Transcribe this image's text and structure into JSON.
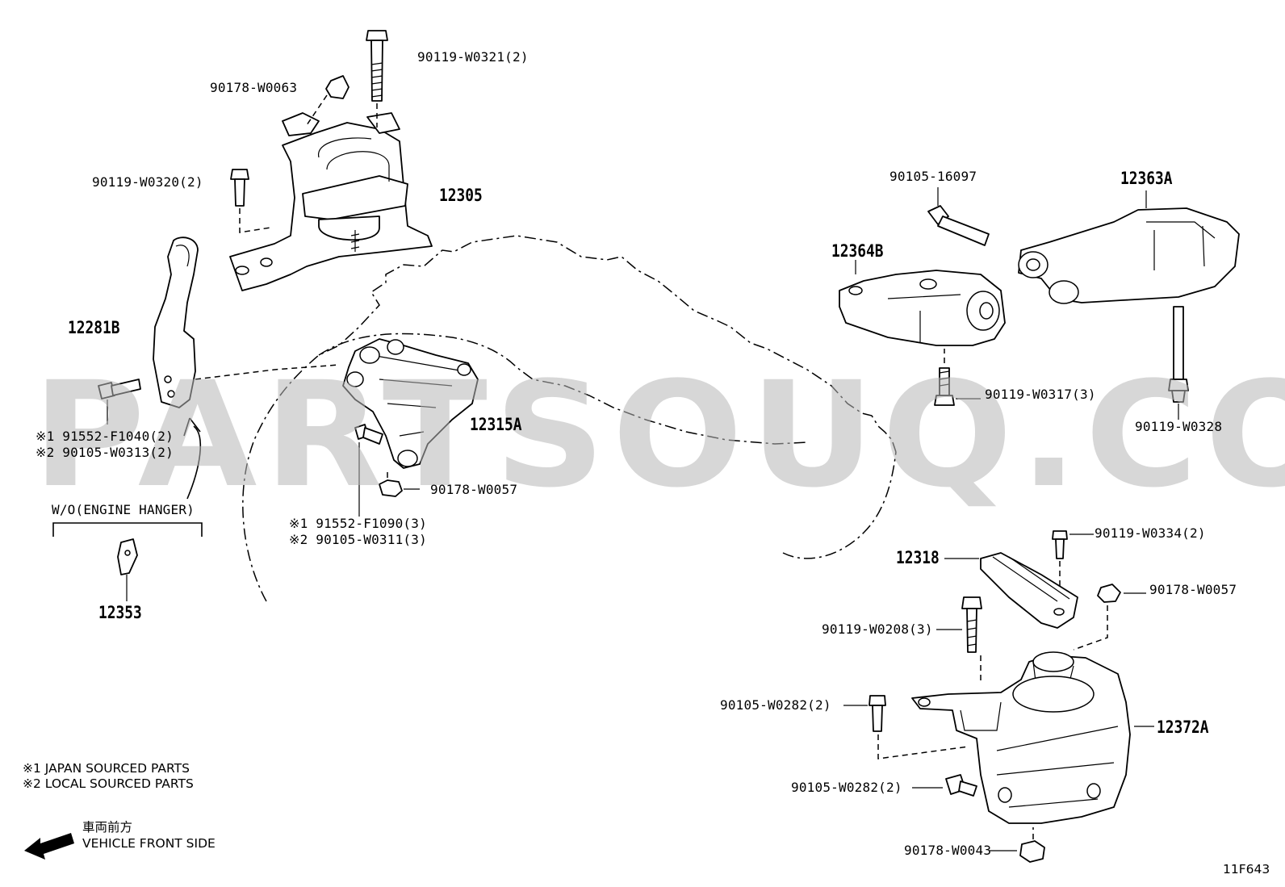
{
  "watermark": "PARTSOUQ.COM",
  "drawing_code": "11F643",
  "legend": {
    "note1": "※1  JAPAN SOURCED PARTS",
    "note2": "※2  LOCAL SOURCED PARTS",
    "front_jp": "車両前方",
    "front_en": "VEHICLE FRONT SIDE"
  },
  "hanger_note": "W/O(ENGINE HANGER)",
  "parts": {
    "p_90119_W0321": "90119-W0321(2)",
    "p_90178_W0063": "90178-W0063",
    "p_90119_W0320": "90119-W0320(2)",
    "p_12305": "12305",
    "p_12281B": "12281B",
    "p_91552_F1040": "※1 91552-F1040(2)",
    "p_90105_W0313": "※2 90105-W0313(2)",
    "p_12315A": "12315A",
    "p_90178_W0057_a": "90178-W0057",
    "p_91552_F1090": "※1 91552-F1090(3)",
    "p_90105_W0311": "※2 90105-W0311(3)",
    "p_12353": "12353",
    "p_90105_16097": "90105-16097",
    "p_12363A": "12363A",
    "p_12364B": "12364B",
    "p_90119_W0317": "90119-W0317(3)",
    "p_90119_W0328": "90119-W0328",
    "p_90119_W0334": "90119-W0334(2)",
    "p_12318": "12318",
    "p_90178_W0057_b": "90178-W0057",
    "p_90119_W0208": "90119-W0208(3)",
    "p_90105_W0282_a": "90105-W0282(2)",
    "p_12372A": "12372A",
    "p_90105_W0282_b": "90105-W0282(2)",
    "p_90178_W0043": "90178-W0043"
  }
}
